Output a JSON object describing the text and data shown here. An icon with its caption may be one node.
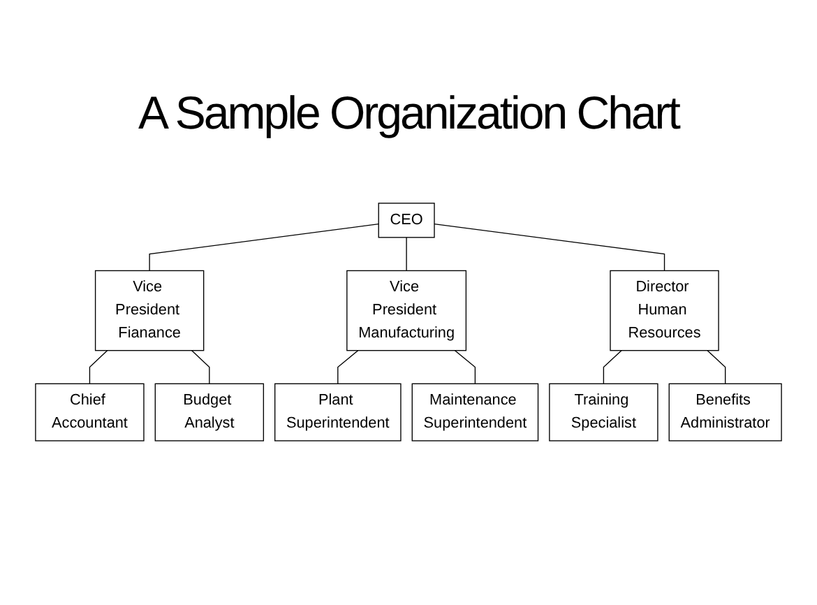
{
  "diagram": {
    "title": "A Sample Organization Chart",
    "nodes": [
      {
        "text": [
          "CEO"
        ]
      },
      {
        "text": [
          "Vice President Fianance"
        ]
      },
      {
        "text": [
          "Vice President Manufacturing"
        ]
      },
      {
        "text": [
          "Director Human Resources"
        ]
      },
      {
        "text": [
          "Chief Accountant"
        ]
      },
      {
        "text": [
          "Budget Analyst"
        ]
      },
      {
        "text": [
          "Plant Superintendent"
        ]
      },
      {
        "text": [
          "Maintenance Superintendent"
        ]
      },
      {
        "text": [
          "Training Specialist"
        ]
      },
      {
        "text": [
          "Benefits Administrator"
        ]
      }
    ],
    "edges": [
      {
        "from": 0,
        "to": 1,
        "arrow": "none"
      },
      {
        "from": 0,
        "to": 2,
        "arrow": "none"
      },
      {
        "from": 0,
        "to": 3,
        "arrow": "none"
      },
      {
        "from": 1,
        "to": 4,
        "arrow": "none"
      },
      {
        "from": 1,
        "to": 5,
        "arrow": "none"
      },
      {
        "from": 2,
        "to": 6,
        "arrow": "none"
      },
      {
        "from": 2,
        "to": 7,
        "arrow": "none"
      },
      {
        "from": 3,
        "to": 8,
        "arrow": "none"
      },
      {
        "from": 3,
        "to": 9,
        "arrow": "none"
      }
    ]
  }
}
